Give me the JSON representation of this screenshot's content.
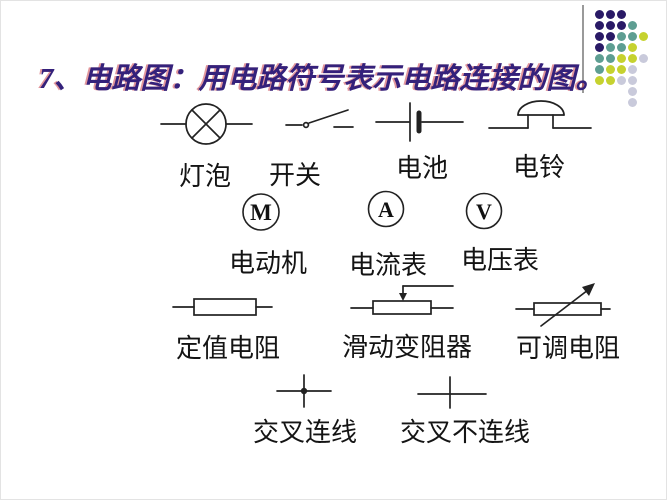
{
  "title": {
    "text": "7、电路图：用电路符号表示电路连接的图。",
    "color": "#34217b"
  },
  "symbols": [
    {
      "id": "bulb",
      "label": "灯泡"
    },
    {
      "id": "switch",
      "label": "开关"
    },
    {
      "id": "battery",
      "label": "电池"
    },
    {
      "id": "bell",
      "label": "电铃"
    },
    {
      "id": "motor",
      "label": "电动机",
      "letter": "M"
    },
    {
      "id": "ammeter",
      "label": "电流表",
      "letter": "A"
    },
    {
      "id": "voltmeter",
      "label": "电压表",
      "letter": "V"
    },
    {
      "id": "fixed-resistor",
      "label": "定值电阻"
    },
    {
      "id": "sliding-rheostat",
      "label": "滑动变阻器"
    },
    {
      "id": "adjustable-resistor",
      "label": "可调电阻"
    },
    {
      "id": "cross-connected",
      "label": "交叉连线"
    },
    {
      "id": "cross-not-connected",
      "label": "交叉不连线"
    }
  ],
  "symbol_stroke_color": "#222222",
  "decoration": {
    "cell": 11,
    "colors": {
      "i": "#2a1a66",
      "t": "#5e9e92",
      "y": "#c6d22f",
      "g": "#c9cadb"
    },
    "rows": [
      [
        "i",
        "i",
        "i",
        null,
        null
      ],
      [
        "i",
        "i",
        "i",
        "t",
        null
      ],
      [
        "i",
        "i",
        "t",
        "t",
        "y"
      ],
      [
        "i",
        "t",
        "t",
        "y",
        null
      ],
      [
        "t",
        "t",
        "y",
        "y",
        "g"
      ],
      [
        "t",
        "y",
        "y",
        "g",
        null
      ],
      [
        "y",
        "y",
        "g",
        "g",
        null
      ],
      [
        null,
        null,
        null,
        "g",
        null
      ],
      [
        null,
        null,
        null,
        "g",
        null
      ]
    ]
  }
}
